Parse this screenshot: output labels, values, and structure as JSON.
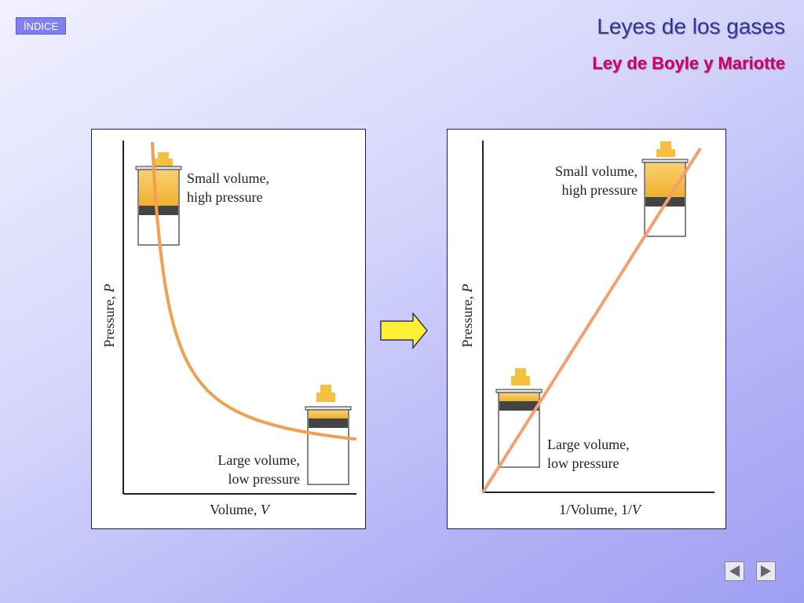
{
  "header": {
    "index_label": "ÍNDICE",
    "title": "Leyes de los gases",
    "subtitle": "Ley de Boyle y Mariotte"
  },
  "left_chart": {
    "ylabel_text": "Pressure, ",
    "ylabel_var": "P",
    "xlabel_text": "Volume, ",
    "xlabel_var": "V",
    "top_annotation_line1": "Small volume,",
    "top_annotation_line2": "high pressure",
    "bottom_annotation_line1": "Large volume,",
    "bottom_annotation_line2": "low pressure"
  },
  "right_chart": {
    "ylabel_text": "Pressure, ",
    "ylabel_var": "P",
    "xlabel_text": "1/Volume, 1/",
    "xlabel_var": "V",
    "top_annotation_line1": "Small volume,",
    "top_annotation_line2": "high pressure",
    "bottom_annotation_line1": "Large volume,",
    "bottom_annotation_line2": "low pressure"
  },
  "chart_data": [
    {
      "type": "line",
      "xlabel": "Volume, V",
      "ylabel": "Pressure, P",
      "x": [
        1,
        1.5,
        2,
        3,
        4,
        5,
        6,
        7,
        8,
        9,
        10
      ],
      "y": [
        10,
        6.67,
        5,
        3.33,
        2.5,
        2,
        1.67,
        1.43,
        1.25,
        1.11,
        1
      ],
      "color": "#f0a050"
    },
    {
      "type": "line",
      "xlabel": "1/Volume, 1/V",
      "ylabel": "Pressure, P",
      "x": [
        0,
        1
      ],
      "y": [
        0,
        1
      ],
      "color": "#f2a070"
    }
  ],
  "colors": {
    "curve": "#f0a050",
    "line": "#f2a070",
    "gas": "#f5c040",
    "piston": "#444444",
    "arrow_fill": "#ffee33",
    "arrow_stroke": "#333366"
  },
  "icons": {
    "arrow": "right-arrow-icon",
    "prev": "previous-slide-icon",
    "next": "next-slide-icon"
  }
}
